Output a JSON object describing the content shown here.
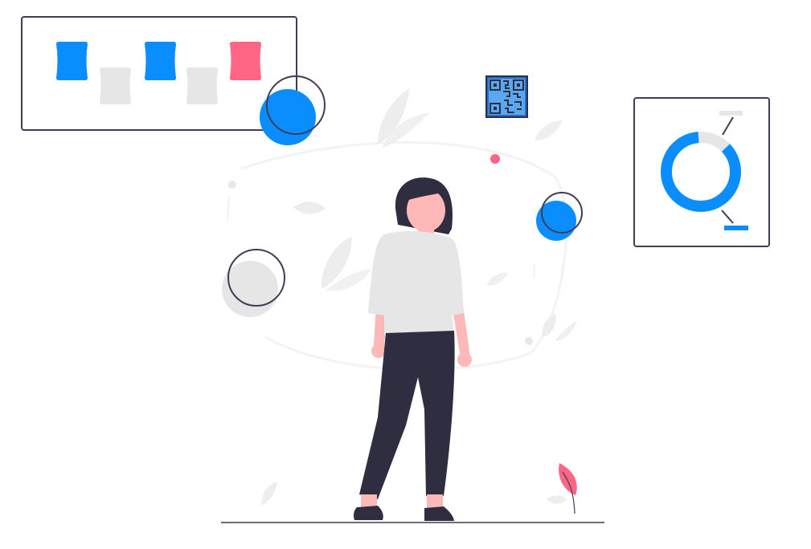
{
  "illustration": {
    "subject": "woman-standing",
    "elements": [
      "kanban-board",
      "qr-code",
      "donut-chart",
      "circles",
      "leaves"
    ]
  },
  "colors": {
    "accent": "#0a8eff",
    "pink": "#ff6584",
    "gray": "#e6e6e6",
    "dark": "#2f2e41",
    "skin": "#ffb8b8",
    "outline": "#3f3d56"
  },
  "donut": {
    "value_fraction": 0.86
  },
  "icons": {
    "qr": "qr-code-icon",
    "leaf": "leaf-icon"
  }
}
